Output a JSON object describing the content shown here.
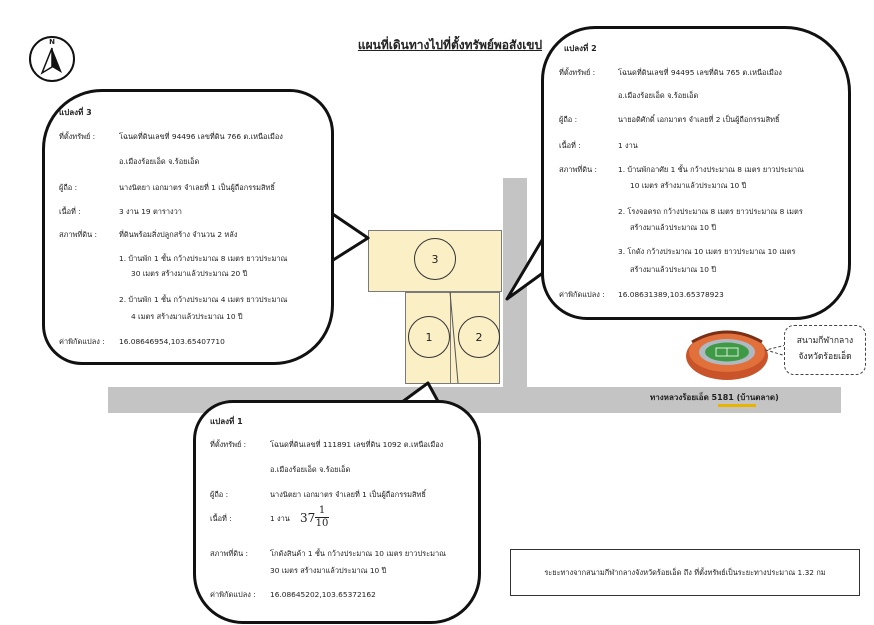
{
  "map": {
    "title": "แผนที่เดินทางไปที่ตั้งทรัพย์พอสังเขป",
    "north_letter": "N",
    "road_label": "ทางหลวงร้อยเอ็ด 5181 (บ้านตลาด)",
    "stadium_label_line1": "สนามกีฬากลาง",
    "stadium_label_line2": "จังหวัดร้อยเอ็ด",
    "distance_note": "ระยะทางจากสนามกีฬากลางจังหวัดร้อยเอ็ด ถึง ที่ตั้งทรัพย์เป็นระยะทางประมาณ 1.32 กม",
    "parcel_numbers": {
      "p1": "1",
      "p2": "2",
      "p3": "3"
    },
    "colors": {
      "parcel_fill": "#fbefc6",
      "road": "#c4c4c4",
      "road_marker": "#e8b400"
    }
  },
  "labels": {
    "location": "ที่ตั้งทรัพย์ :",
    "owner": "ผู้ถือ :",
    "area": "เนื้อที่ :",
    "condition": "สภาพที่ดิน :",
    "coords": "ค่าพิกัดแปลง :"
  },
  "parcel1": {
    "heading": "แปลงที่ 1",
    "location_line1": "โฉนดที่ดินเลขที่ 111891 เลขที่ดิน 1092 ต.เหนือเมือง",
    "location_line2": "อ.เมืองร้อยเอ็ด จ.ร้อยเอ็ด",
    "owner": "นางนิตยา เอกมาตร จำเลยที่ 1 เป็นผู้ถือกรรมสิทธิ์",
    "area_prefix": "1 งาน",
    "area_whole": "37",
    "area_num": "1",
    "area_den": "10",
    "condition_line1": "โกดังสินค้า 1 ชั้น กว้างประมาณ 10 เมตร ยาวประมาณ",
    "condition_line2": "30 เมตร สร้างมาแล้วประมาณ 10 ปี",
    "coords": "16.08645202,103.65372162"
  },
  "parcel2": {
    "heading": "แปลงที่ 2",
    "location_line1": "โฉนดที่ดินเลขที่ 94495 เลขที่ดิน 765 ต.เหนือเมือง",
    "location_line2": "อ.เมืองร้อยเอ็ด จ.ร้อยเอ็ด",
    "owner": "นายอดิศักดิ์ เอกมาตร จำเลยที่ 2 เป็นผู้ถือกรรมสิทธิ์",
    "area": "1 งาน",
    "cond1_line1": "1. บ้านพักอาศัย 1 ชั้น กว้างประมาณ 8 เมตร ยาวประมาณ",
    "cond1_line2": "10 เมตร สร้างมาแล้วประมาณ 10 ปี",
    "cond2_line1": "2. โรงจอดรถ กว้างประมาณ 8 เมตร ยาวประมาณ 8 เมตร",
    "cond2_line2": "สร้างมาแล้วประมาณ 10 ปี",
    "cond3_line1": "3. โกดัง กว้างประมาณ 10 เมตร ยาวประมาณ 10 เมตร",
    "cond3_line2": "สร้างมาแล้วประมาณ 10 ปี",
    "coords": "16.08631389,103.65378923"
  },
  "parcel3": {
    "heading": "แปลงที่ 3",
    "location_line1": "โฉนดที่ดินเลขที่ 94496 เลขที่ดิน 766 ต.เหนือเมือง",
    "location_line2": "อ.เมืองร้อยเอ็ด จ.ร้อยเอ็ด",
    "owner": "นางนิตยา เอกมาตร จำเลยที่ 1 เป็นผู้ถือกรรมสิทธิ์",
    "area": "3 งาน 19 ตารางวา",
    "condition_intro": "ที่ดินพร้อมสิ่งปลูกสร้าง จำนวน 2 หลัง",
    "cond1_line1": "1. บ้านพัก 1 ชั้น กว้างประมาณ 8 เมตร ยาวประมาณ",
    "cond1_line2": "30 เมตร สร้างมาแล้วประมาณ 20 ปี",
    "cond2_line1": "2. บ้านพัก 1 ชั้น กว้างประมาณ 4 เมตร ยาวประมาณ",
    "cond2_line2": "4 เมตร สร้างมาแล้วประมาณ 10 ปี",
    "coords": "16.08646954,103.65407710"
  }
}
